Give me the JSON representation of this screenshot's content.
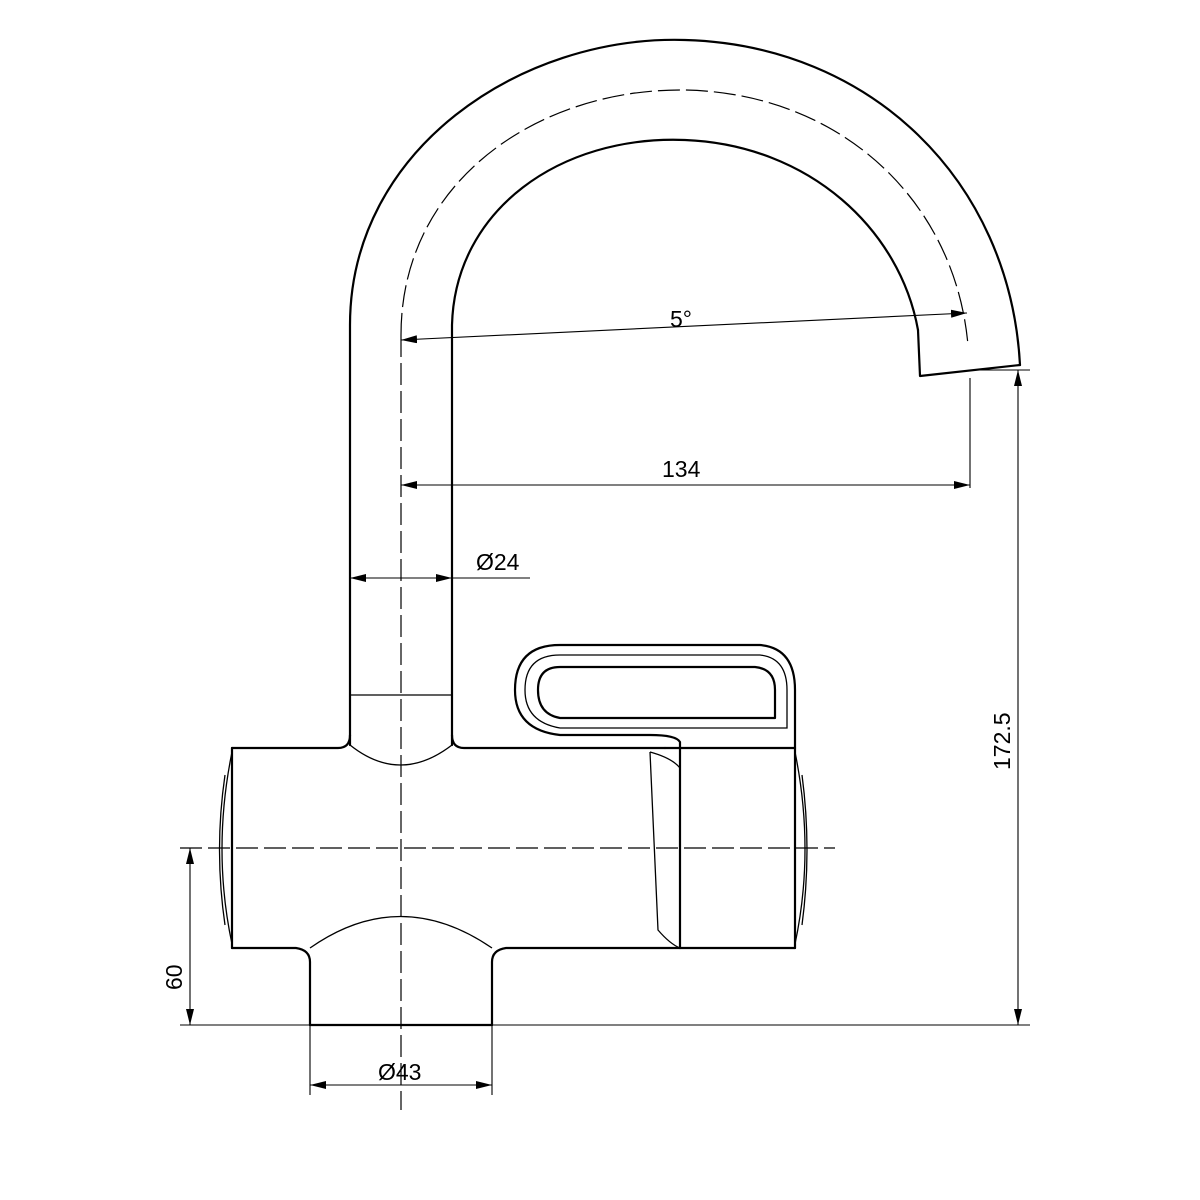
{
  "drawing": {
    "dimensions": {
      "spout_angle": "5°",
      "spout_reach": "134",
      "pipe_diameter": "Ø24",
      "total_height": "172.5",
      "body_height": "60",
      "base_diameter": "Ø43"
    },
    "colors": {
      "line": "#000000",
      "background": "#ffffff"
    }
  }
}
